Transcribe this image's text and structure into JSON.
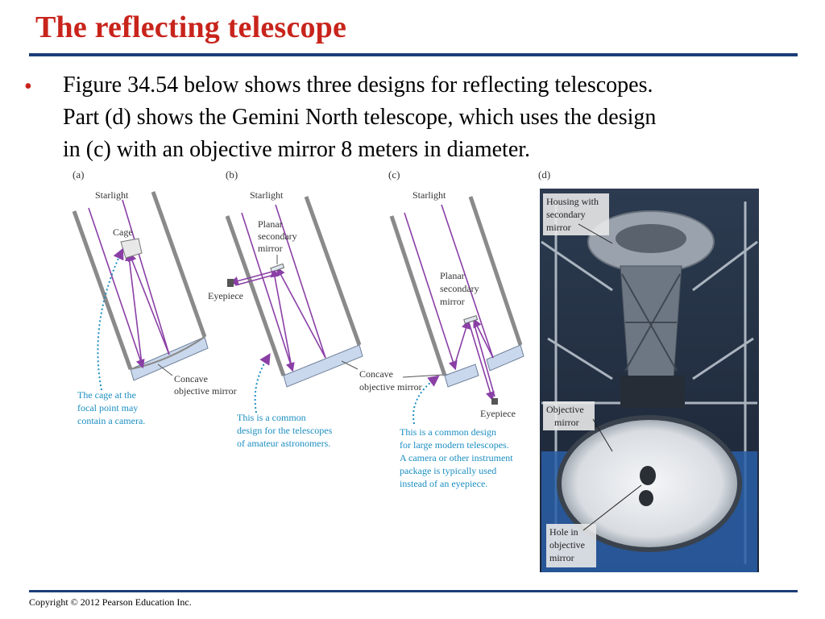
{
  "slide": {
    "title": "The reflecting telescope",
    "bullet_lines": [
      "Figure 34.54 below shows three designs for reflecting telescopes.",
      "Part (d) shows the Gemini North telescope, which uses the design",
      "in (c) with an objective mirror 8 meters in diameter."
    ],
    "copyright": "Copyright © 2012 Pearson Education Inc."
  },
  "figure": {
    "a": {
      "label": "(a)",
      "starlight": "Starlight",
      "cage": "Cage",
      "mirror_lines": [
        "Concave",
        "objective mirror"
      ],
      "caption_lines": [
        "The cage at the",
        "focal point may",
        "contain a camera."
      ]
    },
    "b": {
      "label": "(b)",
      "starlight": "Starlight",
      "secondary_lines": [
        "Planar",
        "secondary",
        "mirror"
      ],
      "eyepiece": "Eyepiece",
      "caption_lines": [
        "This is a common",
        "design for the telescopes",
        "of amateur astronomers."
      ]
    },
    "c": {
      "label": "(c)",
      "starlight": "Starlight",
      "secondary_lines": [
        "Planar",
        "secondary",
        "mirror"
      ],
      "mirror_lines": [
        "Concave",
        "objective mirror"
      ],
      "eyepiece": "Eyepiece",
      "caption_lines": [
        "This is a common design",
        "for large modern telescopes.",
        "A camera or other instrument",
        "package is typically used",
        "instead of an eyepiece."
      ]
    },
    "d": {
      "label": "(d)",
      "housing_lines": [
        "Housing with",
        "secondary",
        "mirror"
      ],
      "objective_lines": [
        "Objective",
        "mirror"
      ],
      "hole_lines": [
        "Hole in",
        "objective",
        "mirror"
      ]
    },
    "colors": {
      "ray": "#8a3fa6",
      "caption": "#1b8ec2",
      "mirror": "#c9d8ec",
      "tube": "#8a8a8a"
    }
  }
}
